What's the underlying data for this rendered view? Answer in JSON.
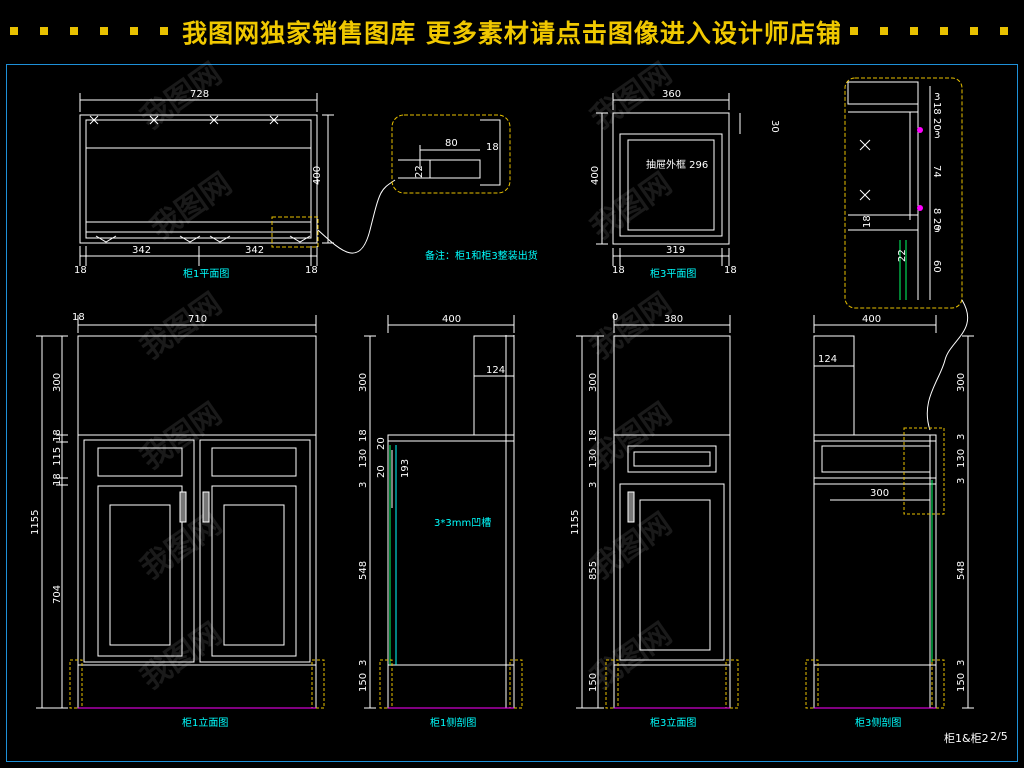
{
  "banner": {
    "title": "我图网独家销售图库 更多素材请点击图像进入设计师店铺",
    "color": "#f0c800"
  },
  "colors": {
    "line": "#ffffff",
    "caption": "#00ffff",
    "highlight": "#e8c100",
    "frame": "#1e90d8",
    "magenta": "#ff00ff",
    "green": "#00ff66"
  },
  "watermark": "我图网",
  "footer": {
    "label": "柜1&柜2",
    "page": "2/5"
  },
  "note": "备注：柜1和柜3整装出货",
  "groove_label": "3*3mm凹槽",
  "drawing_labels": {
    "cab1_plan": "柜1平面图",
    "cab3_plan": "柜3平面图",
    "cab1_front": "柜1立面图",
    "cab1_side": "柜1侧剖图",
    "cab3_front": "柜3立面图",
    "cab3_side": "柜3侧剖图"
  },
  "drawer_outer_label": "抽屉外框 296",
  "dims": {
    "p1_w": "728",
    "p1_h": "400",
    "p1_l": "18",
    "p1_a": "342",
    "p1_b": "342",
    "p1_r": "18",
    "det_80": "80",
    "det_18": "18",
    "det_22": "22",
    "p3_w": "360",
    "p3_30": "30",
    "p3_h": "400",
    "p3_l": "18",
    "p3_in": "319",
    "p3_r": "18",
    "s3_18": "18",
    "s3_3a": "3",
    "s3_20a": "20",
    "s3_3b": "3",
    "s3_74": "74",
    "s3_8": "8",
    "s3_20b": "20",
    "s3_3c": "3",
    "s3_18b": "18",
    "s3_22": "22",
    "s3_60": "60",
    "f1_18": "18",
    "f1_710": "710",
    "f1_total": "1155",
    "f1_300": "300",
    "f1_18a": "18",
    "f1_115": "115",
    "f1_18b": "18",
    "f1_704": "704",
    "sd1_400": "400",
    "sd1_124": "124",
    "sd1_300": "300",
    "sd1_18": "18",
    "sd1_20a": "20",
    "sd1_130": "130",
    "sd1_20b": "20",
    "sd1_3": "3",
    "sd1_193": "193",
    "sd1_548": "548",
    "sd1_3b": "3",
    "sd1_150": "150",
    "f3_0": "0",
    "f3_380": "380",
    "f3_300": "300",
    "f3_18": "18",
    "f3_130": "130",
    "f3_3": "3",
    "f3_1155": "1155",
    "f3_855": "855",
    "f3_150": "150",
    "sd3_400": "400",
    "sd3_124": "124",
    "sd3_300": "300",
    "sd3_3a": "3",
    "sd3_130": "130",
    "sd3_3b": "3",
    "sd3_300w": "300",
    "sd3_548": "548",
    "sd3_3c": "3",
    "sd3_150": "150"
  }
}
